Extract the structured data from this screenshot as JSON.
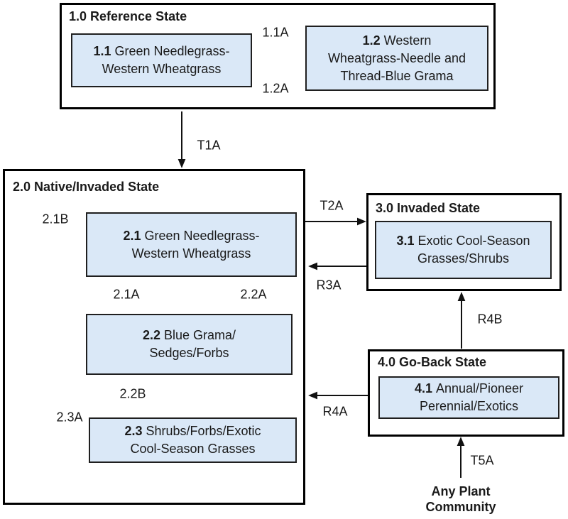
{
  "states": [
    {
      "id": "1.0",
      "title": "1.0 Reference State",
      "communities": [
        {
          "num": "1.1",
          "lines": [
            "Green Needlegrass-",
            "Western Wheatgrass"
          ]
        },
        {
          "num": "1.2",
          "lines": [
            "Western",
            "Wheatgrass-Needle and",
            "Thread-Blue Grama"
          ]
        }
      ]
    },
    {
      "id": "2.0",
      "title": "2.0 Native/Invaded State",
      "communities": [
        {
          "num": "2.1",
          "lines": [
            "Green Needlegrass-",
            "Western Wheatgrass"
          ]
        },
        {
          "num": "2.2",
          "lines": [
            "Blue Grama/",
            "Sedges/Forbs"
          ]
        },
        {
          "num": "2.3",
          "lines": [
            "Shrubs/Forbs/Exotic",
            "Cool-Season Grasses"
          ]
        }
      ]
    },
    {
      "id": "3.0",
      "title": "3.0 Invaded State",
      "communities": [
        {
          "num": "3.1",
          "lines": [
            "Exotic Cool-Season",
            "Grasses/Shrubs"
          ]
        }
      ]
    },
    {
      "id": "4.0",
      "title": "4.0 Go-Back State",
      "communities": [
        {
          "num": "4.1",
          "lines": [
            "Annual/Pioneer",
            "Perennial/Exotics"
          ]
        }
      ]
    }
  ],
  "transitions": {
    "t11a": "1.1A",
    "t12a": "1.2A",
    "t1a": "T1A",
    "t21b": "2.1B",
    "t21a": "2.1A",
    "t22a": "2.2A",
    "t22b": "2.2B",
    "t23a": "2.3A",
    "t2a": "T2A",
    "r3a": "R3A",
    "r4a": "R4A",
    "r4b": "R4B",
    "t5a": "T5A"
  },
  "footer": {
    "any_plant_line1": "Any Plant",
    "any_plant_line2": "Community"
  },
  "colors": {
    "community_fill": "#dae8f7",
    "border_dark": "#000000",
    "inner_border": "#1f1f1f",
    "text": "#1a1a1a",
    "arrow": "#111111"
  }
}
